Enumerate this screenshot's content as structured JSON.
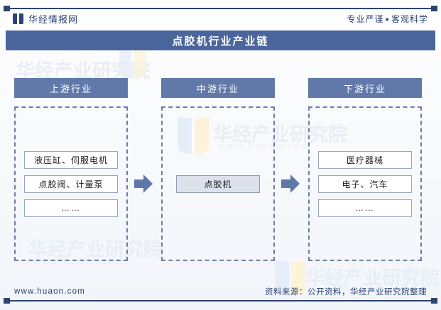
{
  "header": {
    "logo_icon": "book-logo-icon",
    "brand": "华经情报网",
    "tagline_left": "专业严谨",
    "tagline_dot": "●",
    "tagline_right": "客观科学"
  },
  "title": {
    "text": "点胶机行业产业链"
  },
  "colors": {
    "title_bar": "#4a659b",
    "column_header": "#6179a9",
    "dashed_border": "#6b7fa6",
    "node_border": "#97a8c4",
    "arrow": "#5f78a8",
    "accent_navy": "#2d4372",
    "mid_node_fill": "#dde1eb"
  },
  "columns": [
    {
      "id": "upstream",
      "header": "上游行业",
      "nodes": [
        "液压缸、伺服电机",
        "点胶阀、计量泵",
        "……"
      ]
    },
    {
      "id": "midstream",
      "header": "中游行业",
      "nodes": [
        "点胶机"
      ]
    },
    {
      "id": "downstream",
      "header": "下游行业",
      "nodes": [
        "医疗器械",
        "电子、汽车",
        "……"
      ]
    }
  ],
  "arrows": [
    {
      "id": "arrow-upstream-to-midstream",
      "icon": "arrow-right-icon"
    },
    {
      "id": "arrow-midstream-to-downstream",
      "icon": "arrow-right-icon"
    }
  ],
  "watermarks": {
    "institute": "华经产业研究院",
    "site": "www.huaon.com"
  },
  "footer": {
    "site": "www.huaon.com",
    "source": "资料来源：公开资料，华经产业研究院整理"
  }
}
